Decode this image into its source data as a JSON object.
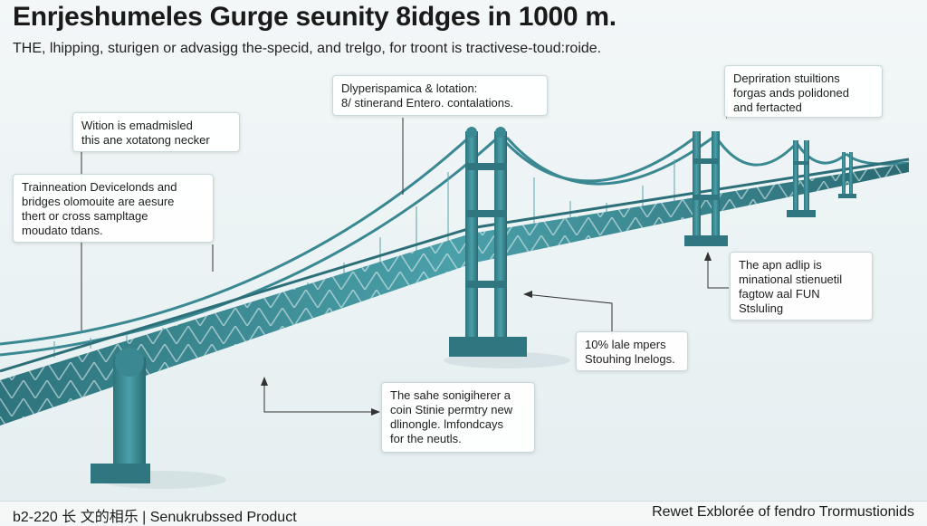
{
  "header": {
    "title": "Enrjeshumeles Gurge seunity 8idges in 1000 m.",
    "subtitle": "THE, lhipping, sturigen or advasigg the-specid, and trelgo, for troont is tractivese-toud:roide."
  },
  "callouts": [
    {
      "id": "c1",
      "lines": [
        "Wition is emadmisled",
        "this ane xotatong necker"
      ]
    },
    {
      "id": "c2",
      "lines": [
        "Trainneation Devicelonds and",
        "bridges olomouite are aesure",
        "thert or cross sampltage",
        "moudato tdans."
      ]
    },
    {
      "id": "c3",
      "lines": [
        "Dlyperispamica & lotation:",
        "8/ stinerand Entero. contalations."
      ]
    },
    {
      "id": "c4",
      "lines": [
        "Depriration stuiltions",
        "forgas ands polidoned",
        "and fertacted"
      ]
    },
    {
      "id": "c5",
      "lines": [
        "The apn adlip is",
        "minational stienuetil",
        "fagtow aal FUN",
        "Stsluling"
      ]
    },
    {
      "id": "c6",
      "lines": [
        "10% lale mpers",
        "Stouhing lnelogs."
      ]
    },
    {
      "id": "c7",
      "lines": [
        "The sahe sonigiherer a",
        "coin Stinie permtry new",
        "dlinongle. lmfondcays",
        "for the neutls."
      ]
    }
  ],
  "footer": {
    "left": "b2-220 长 文的相乐 | Senukrubssed Product",
    "right": "Rewet Exblorée of fendro Trormustionids"
  },
  "colors": {
    "steel": "#3f8f98",
    "steel_dark": "#2c6f78",
    "deck": "#3a8690",
    "leader": "#333333"
  }
}
